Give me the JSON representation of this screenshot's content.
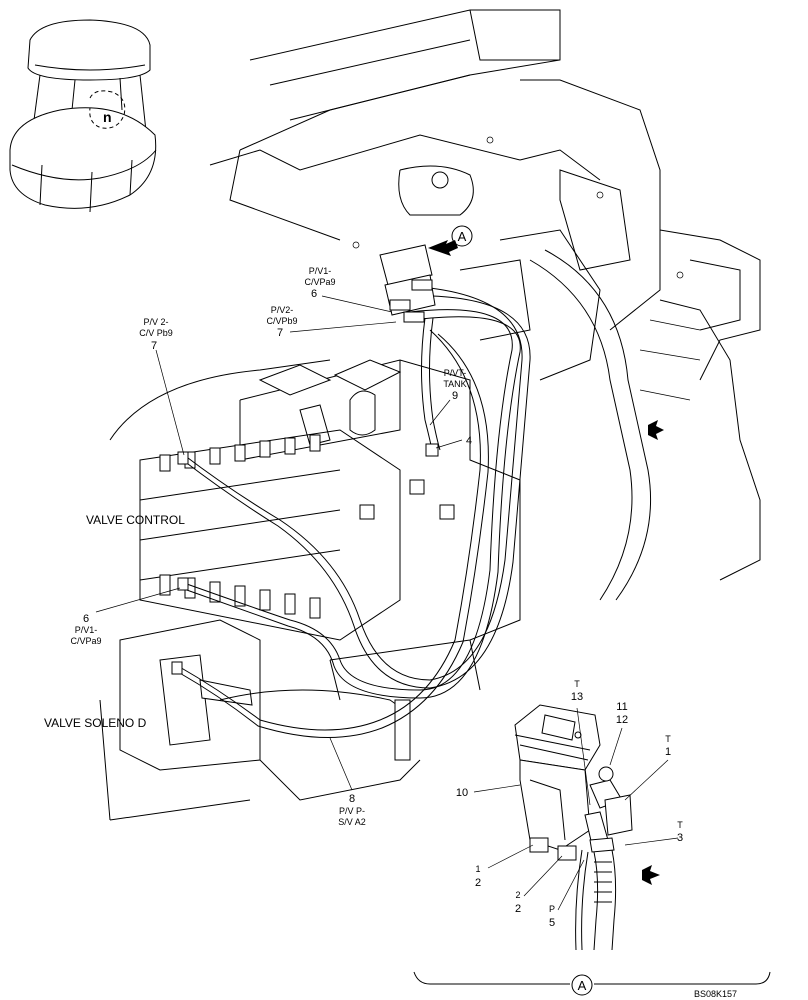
{
  "view_marker": "A",
  "labels": {
    "valve_control": "VALVE CONTROL",
    "valve_solenoid": "VALVE SOLENO D",
    "drawing_id": "BS08K157"
  },
  "callouts": {
    "pv1_top": {
      "line1": "P/V1-",
      "line2": "C/VPa9",
      "num": "6"
    },
    "pv2_top": {
      "line1": "P/V2-",
      "line2": "C/VPb9",
      "num": "7"
    },
    "pv2_left": {
      "line1": "P/V 2-",
      "line2": "C/V Pb9",
      "num": "7"
    },
    "pvt_tank": {
      "line1": "P/VT-",
      "line2": "TANK",
      "num": "9"
    },
    "fitting4": {
      "num": "4"
    },
    "pv1_left": {
      "num": "6",
      "line1": "P/V1-",
      "line2": "C/VPa9"
    },
    "pvp": {
      "num": "8",
      "line1": "P/V P-",
      "line2": "S/V A2"
    }
  },
  "detail": {
    "t13": {
      "port": "T",
      "num": "13"
    },
    "n11": "11",
    "n12": "12",
    "t1": {
      "port": "T",
      "num": "1"
    },
    "n10": "10",
    "t3": {
      "port": "T",
      "num": "3"
    },
    "p1_2": {
      "port": "1",
      "num": "2"
    },
    "p2_2": {
      "port": "2",
      "num": "2"
    },
    "p5": {
      "port": "P",
      "num": "5"
    }
  }
}
